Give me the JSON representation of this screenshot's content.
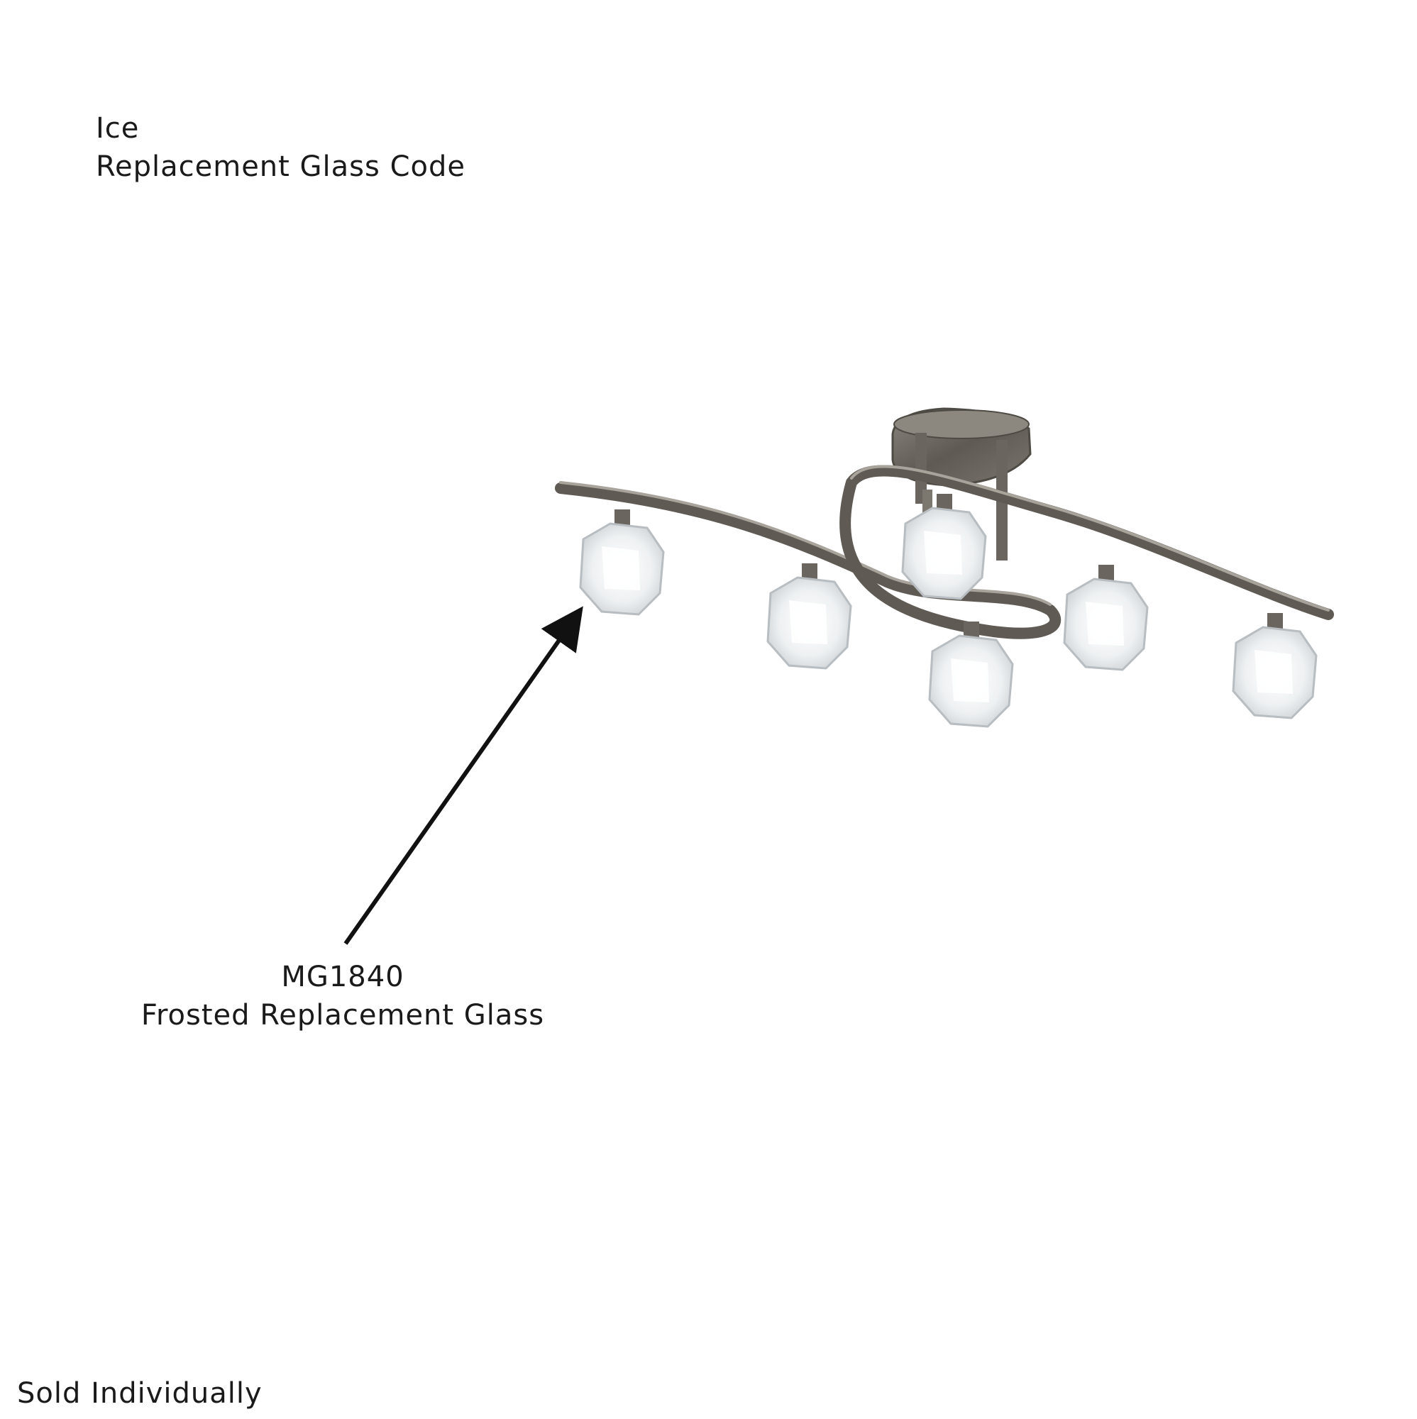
{
  "header": {
    "product_name": "Ice",
    "subtitle": "Replacement Glass Code"
  },
  "callout": {
    "code": "MG1840",
    "description": "Frosted Replacement Glass"
  },
  "footer": {
    "note": "Sold Individually"
  },
  "colors": {
    "text": "#1a1a1a",
    "metal": "#6f6a63",
    "metal_highlight": "#a8a39b",
    "glass": "#f4f6f7",
    "arrow": "#111111"
  }
}
